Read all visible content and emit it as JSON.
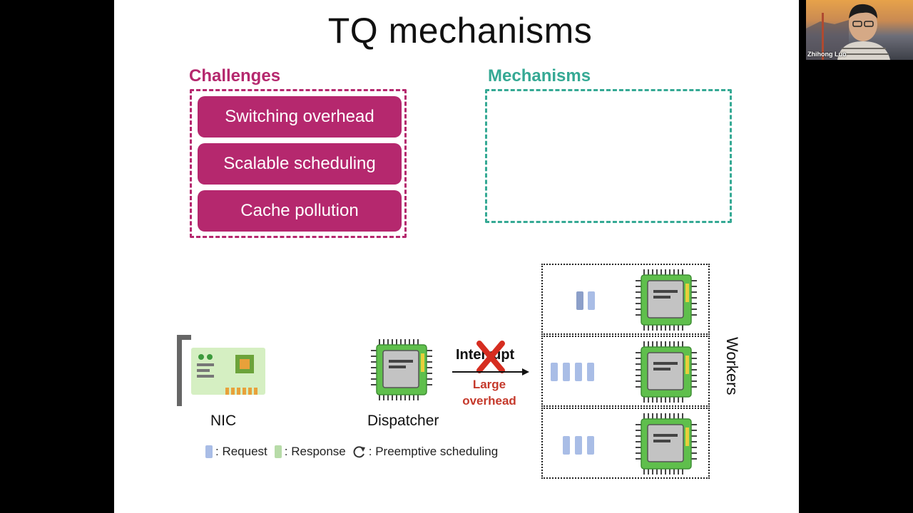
{
  "slide": {
    "title": "TQ mechanisms",
    "challenges": {
      "label": "Challenges",
      "items": [
        "Switching overhead",
        "Scalable scheduling",
        "Cache pollution"
      ]
    },
    "mechanisms": {
      "label": "Mechanisms"
    },
    "diagram": {
      "nic_label": "NIC",
      "dispatcher_label": "Dispatcher",
      "interrupt_label": "Interrupt",
      "overhead_label_1": "Large",
      "overhead_label_2": "overhead",
      "workers_label": "Workers",
      "worker_request_counts": [
        2,
        4,
        3
      ]
    },
    "legend": {
      "request": ": Request",
      "response": ": Response",
      "preemptive": ": Preemptive scheduling"
    }
  },
  "video": {
    "participant_name": "Zhihong Luo"
  },
  "colors": {
    "challenge": "#b5286e",
    "mechanism": "#35a994",
    "request": "#a9bde6",
    "response": "#b7dba8",
    "chip_green": "#5fbf4c",
    "cross_red": "#d62d20",
    "overhead_red": "#c5392b"
  }
}
